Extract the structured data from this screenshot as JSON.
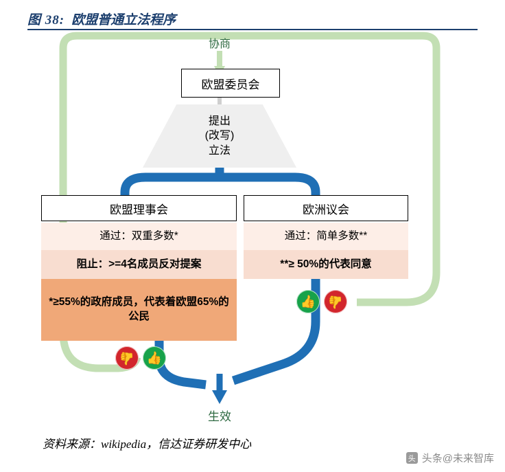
{
  "figure": {
    "number": "图 38:",
    "title": "欧盟普通立法程序",
    "accent_color": "#1c3f6e"
  },
  "diagram": {
    "top_label": "协商",
    "commission_box": "欧盟委员会",
    "proposal_trapezoid": [
      "提出",
      "(改写)",
      "立法"
    ],
    "council": {
      "title": "欧盟理事会",
      "bands": [
        "通过：双重多数*",
        "阻止：>=4名成员反对提案",
        "*≥55%的政府成员，代表着欧盟65%的公民"
      ]
    },
    "parliament": {
      "title": "欧洲议会",
      "bands": [
        "通过：简单多数**",
        "**≥ 50%的代表同意"
      ]
    },
    "outcome_label": "生效",
    "vote_icons": [
      {
        "name": "thumbs-down-icon",
        "type": "down",
        "glyph": "👍"
      },
      {
        "name": "thumbs-up-icon",
        "type": "up",
        "glyph": "👍"
      }
    ],
    "colors": {
      "green_wire": "#c3dfb4",
      "blue_wire": "#1f6fb5",
      "band_light": "#fdeee7",
      "band_mid": "#f8ddd0",
      "band_strong": "#f0a878",
      "trapezoid": "#efefef",
      "green_text": "#2f6a42"
    }
  },
  "source": {
    "text": "资料来源：wikipedia，信达证券研发中心"
  },
  "watermark": {
    "logo_char": "头",
    "text": "头条@未来智库"
  }
}
